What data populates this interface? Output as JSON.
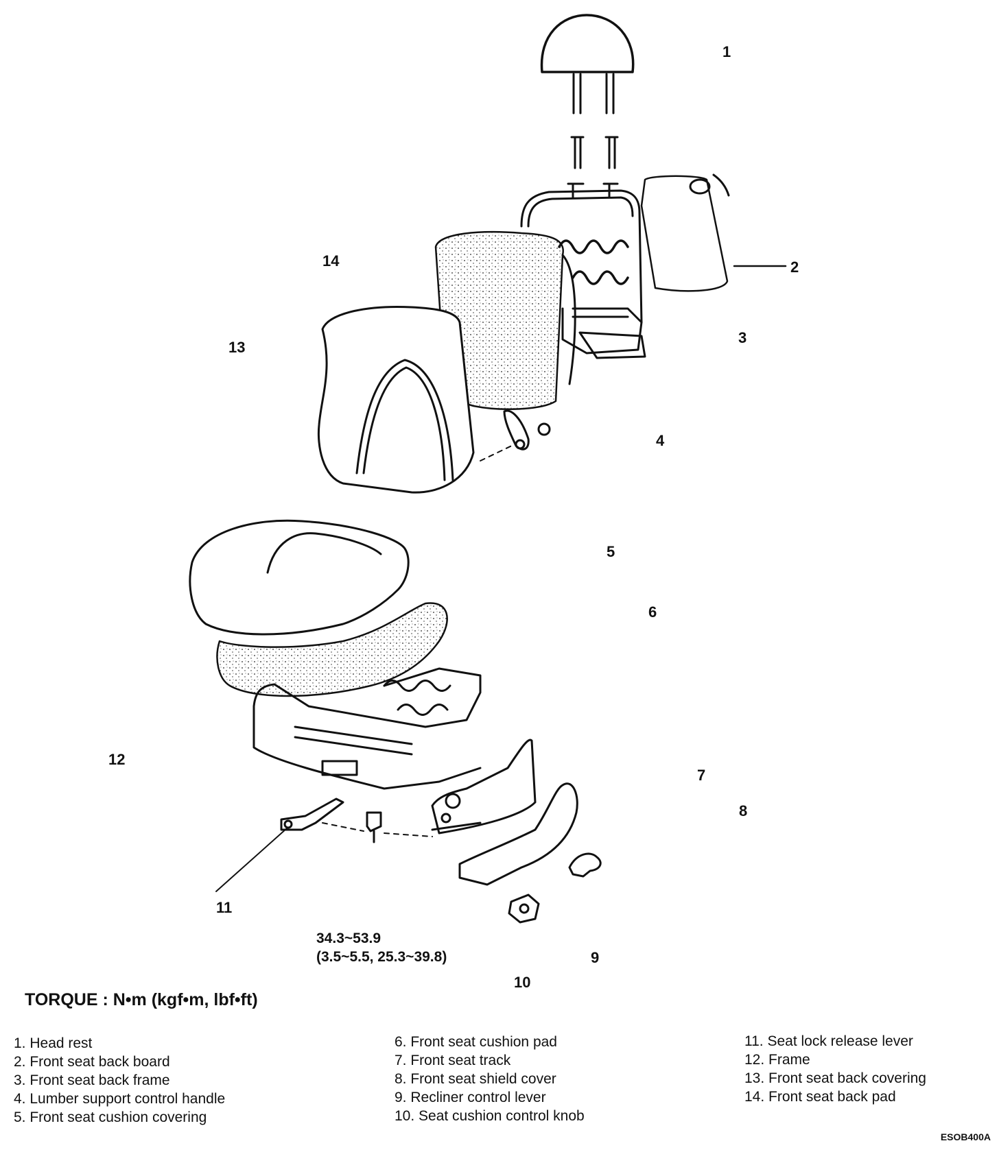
{
  "callouts": [
    {
      "n": "1"
    },
    {
      "n": "2"
    },
    {
      "n": "3"
    },
    {
      "n": "4"
    },
    {
      "n": "5"
    },
    {
      "n": "6"
    },
    {
      "n": "7"
    },
    {
      "n": "8"
    },
    {
      "n": "9"
    },
    {
      "n": "10"
    },
    {
      "n": "11"
    },
    {
      "n": "12"
    },
    {
      "n": "13"
    },
    {
      "n": "14"
    }
  ],
  "torque_value": "34.3~53.9",
  "torque_value_alt": "(3.5~5.5, 25.3~39.8)",
  "torque_title": "TORQUE : N•m (kgf•m, lbf•ft)",
  "legend": [
    [
      "1. Head rest",
      "2. Front seat back board",
      "3. Front seat back frame",
      "4. Lumber support control handle",
      "5. Front seat cushion covering"
    ],
    [
      "6. Front seat cushion pad",
      "7. Front seat track",
      "8. Front seat shield cover",
      "9. Recliner control lever",
      "10. Seat cushion control knob"
    ],
    [
      "11. Seat lock release lever",
      "12. Frame",
      "13. Front seat back covering",
      "14. Front seat back pad"
    ]
  ],
  "figure_code": "ESOB400A"
}
